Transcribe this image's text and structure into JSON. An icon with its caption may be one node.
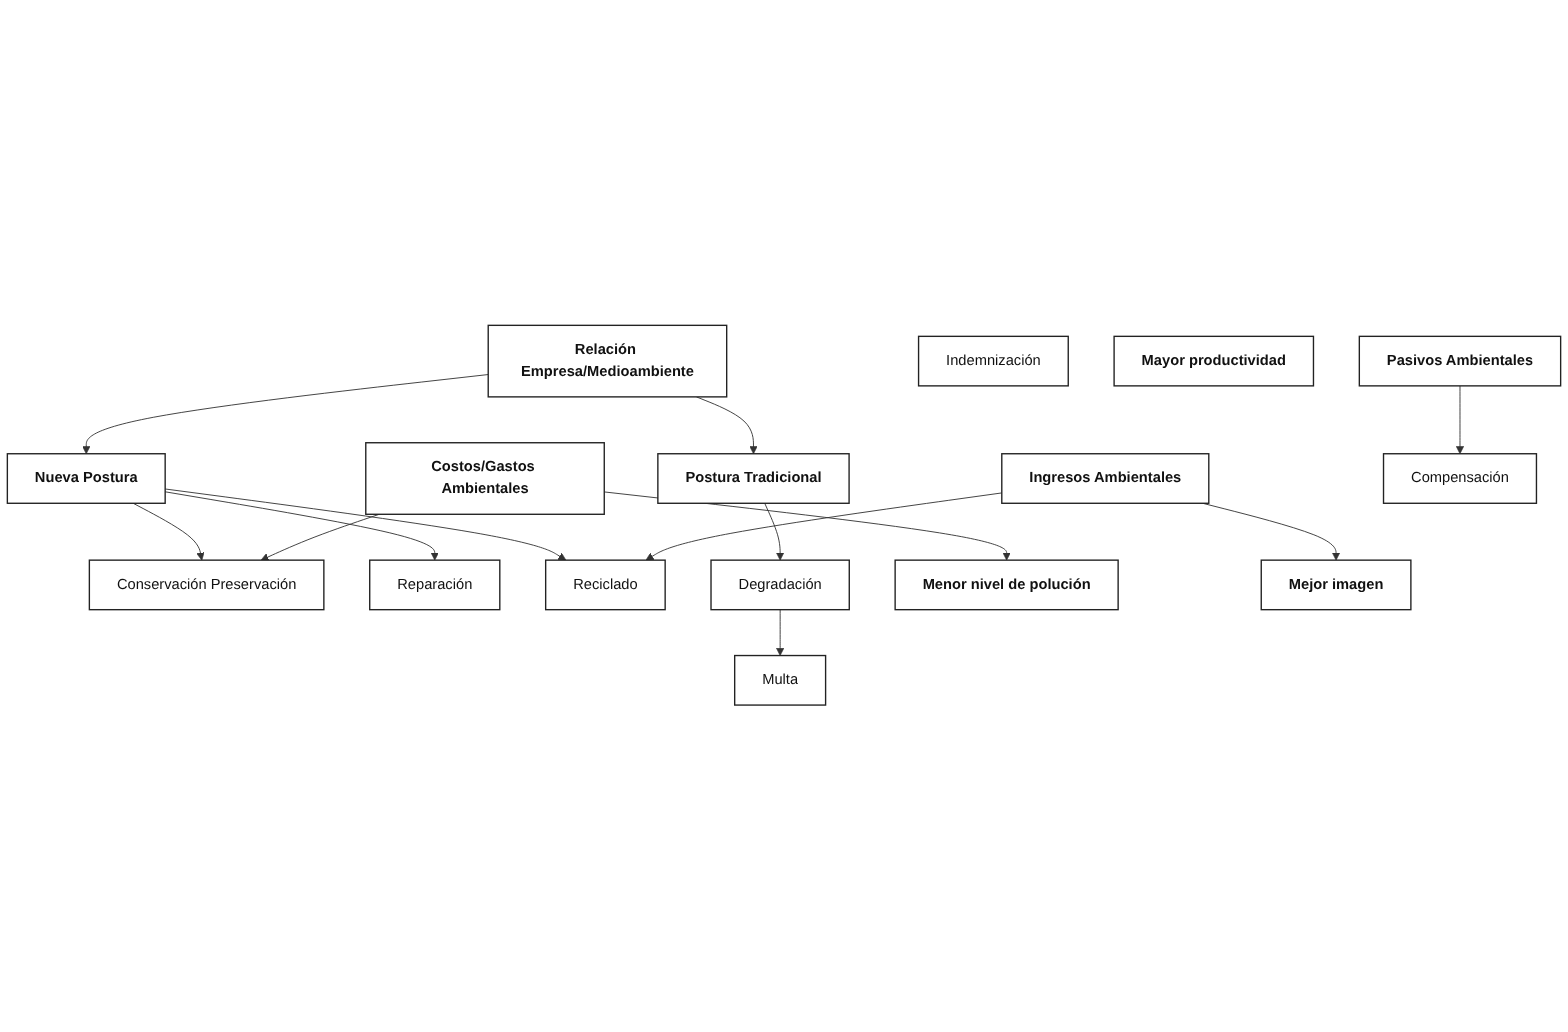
{
  "diagram": {
    "nodes": [
      {
        "text": [
          "Relación Empresa/Medioambiente"
        ]
      },
      {
        "text": [
          "Nueva Postura"
        ]
      },
      {
        "text": [
          "Postura Tradicional"
        ]
      },
      {
        "text": [
          "Conservación Preservación"
        ]
      },
      {
        "text": [
          "Reparación"
        ]
      },
      {
        "text": [
          "Reciclado"
        ]
      },
      {
        "text": [
          "Degradación"
        ]
      },
      {
        "text": [
          "Costos/Gastos Ambientales"
        ]
      },
      {
        "text": [
          "Ingresos Ambientales"
        ]
      },
      {
        "text": [
          "Multa"
        ]
      },
      {
        "text": [
          "Indemnización"
        ]
      },
      {
        "text": [
          "Compensación"
        ]
      },
      {
        "text": [
          "Menor nivel de polución"
        ]
      },
      {
        "text": [
          "Mayor productividad"
        ]
      },
      {
        "text": [
          "Mejor imagen"
        ]
      },
      {
        "text": [
          "Pasivos Ambientales"
        ]
      }
    ],
    "edges": [
      {
        "from": 0,
        "to": 1,
        "arrow": "to"
      },
      {
        "from": 0,
        "to": 2,
        "arrow": "to"
      },
      {
        "from": 1,
        "to": 3,
        "arrow": "to"
      },
      {
        "from": 1,
        "to": 4,
        "arrow": "to"
      },
      {
        "from": 1,
        "to": 5,
        "arrow": "to"
      },
      {
        "from": 2,
        "to": 6,
        "arrow": "to"
      },
      {
        "from": 7,
        "to": 3,
        "arrow": "to"
      },
      {
        "from": 8,
        "to": 5,
        "arrow": "to"
      },
      {
        "from": 6,
        "to": 9,
        "arrow": "to"
      },
      {
        "from": 7,
        "to": 12,
        "arrow": "to"
      },
      {
        "from": 8,
        "to": 14,
        "arrow": "to"
      },
      {
        "from": 15,
        "to": 11,
        "arrow": "to"
      }
    ]
  }
}
